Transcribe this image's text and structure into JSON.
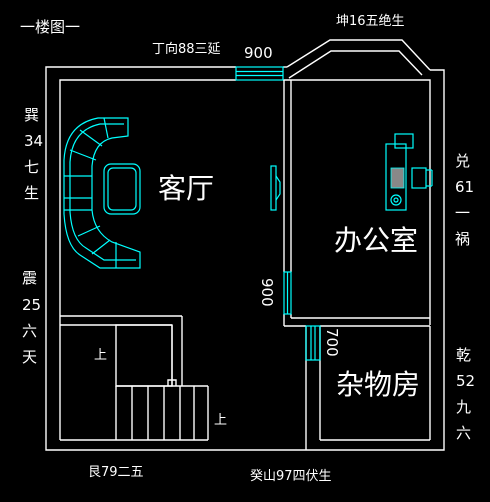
{
  "title": "一楼图一",
  "rooms": {
    "living": "客厅",
    "office": "办公室",
    "storage": "杂物房"
  },
  "stairs": {
    "up_label_1": "上",
    "up_label_2": "上"
  },
  "dimensions": {
    "top_window": "900",
    "office_door": "900",
    "storage_door": "700"
  },
  "directions": {
    "top_left": "丁向88三延",
    "top_right": "坤16五绝生",
    "left_upper": [
      "巽",
      "34",
      "七",
      "生"
    ],
    "left_lower": [
      "震",
      "25",
      "六",
      "天"
    ],
    "right_upper": [
      "兑",
      "61",
      "一",
      "祸"
    ],
    "right_lower": [
      "乾",
      "52",
      "九",
      "六"
    ],
    "bottom_left": "艮79二五",
    "bottom_center": "癸山97四伏生"
  },
  "colors": {
    "background": "#000000",
    "walls": "#ffffff",
    "fixtures": "#00ffff"
  }
}
